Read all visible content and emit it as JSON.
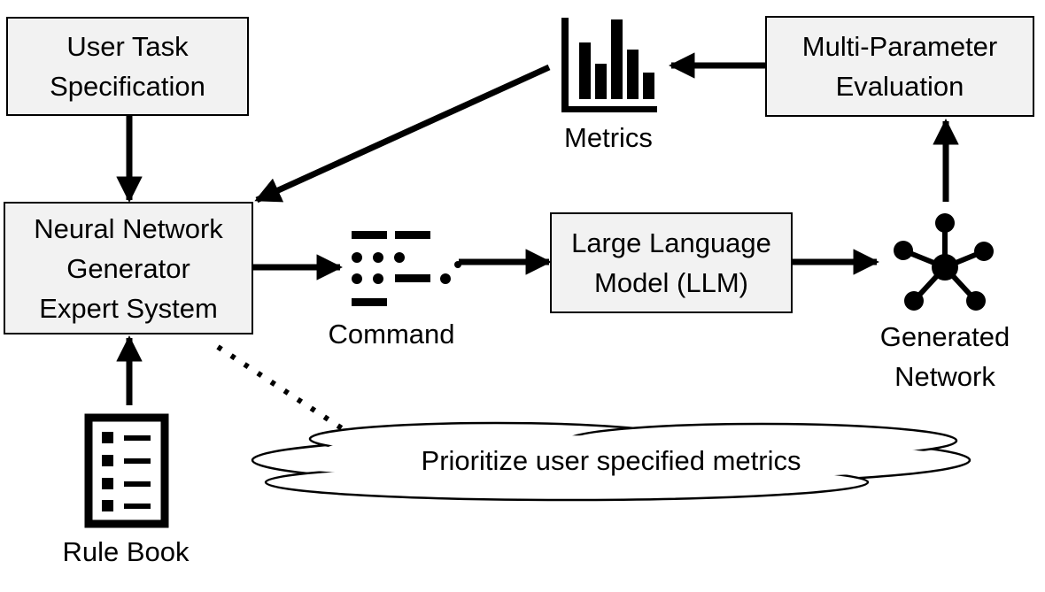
{
  "nodes": {
    "user_task": {
      "lines": [
        "User Task",
        "Specification"
      ]
    },
    "generator": {
      "lines": [
        "Neural Network",
        "Generator",
        "Expert System"
      ]
    },
    "llm": {
      "lines": [
        "Large Language",
        "Model (LLM)"
      ]
    },
    "evaluation": {
      "lines": [
        "Multi-Parameter",
        "Evaluation"
      ]
    }
  },
  "icons": {
    "metrics": {
      "label": "Metrics",
      "icon": "bar-chart-icon"
    },
    "command": {
      "label": "Command",
      "icon": "command-icon"
    },
    "network": {
      "lines": [
        "Generated",
        "Network"
      ],
      "icon": "network-icon"
    },
    "rulebook": {
      "label": "Rule Book",
      "icon": "rule-book-icon"
    }
  },
  "cloud": {
    "text": "Prioritize user specified metrics"
  },
  "colors": {
    "box_fill": "#f2f2f2",
    "stroke": "#000000",
    "background": "#ffffff"
  }
}
